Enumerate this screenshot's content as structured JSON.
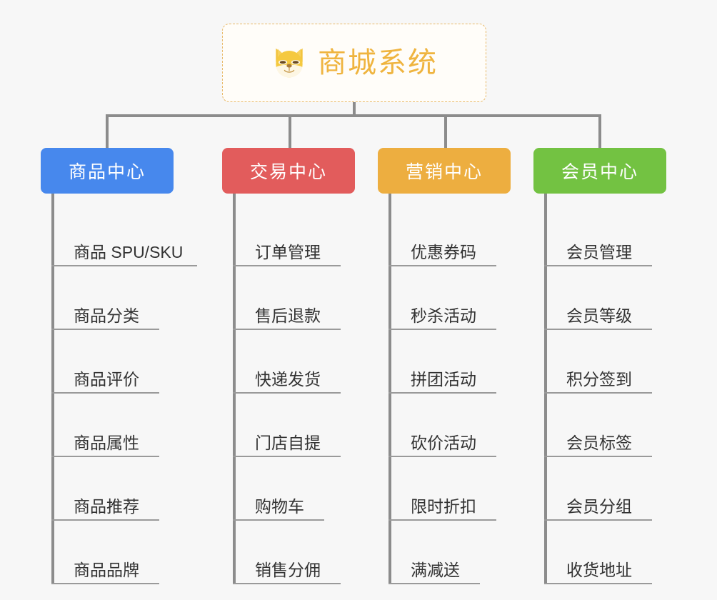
{
  "diagram": {
    "title": "商城系统",
    "root": {
      "label": "商城系统",
      "icon": "shiba-dog-face-icon",
      "border_color": "#e8b866",
      "text_color": "#efb43f"
    },
    "connector_color": "#8c8c8c",
    "background_color": "#f7f7f7",
    "branches": [
      {
        "label": "商品中心",
        "color": "#4788ed",
        "items": [
          "商品 SPU/SKU",
          "商品分类",
          "商品评价",
          "商品属性",
          "商品推荐",
          "商品品牌"
        ]
      },
      {
        "label": "交易中心",
        "color": "#e25c5c",
        "items": [
          "订单管理",
          "售后退款",
          "快递发货",
          "门店自提",
          "购物车",
          "销售分佣"
        ]
      },
      {
        "label": "营销中心",
        "color": "#edae40",
        "items": [
          "优惠券码",
          "秒杀活动",
          "拼团活动",
          "砍价活动",
          "限时折扣",
          "满减送"
        ]
      },
      {
        "label": "会员中心",
        "color": "#73c242",
        "items": [
          "会员管理",
          "会员等级",
          "积分签到",
          "会员标签",
          "会员分组",
          "收货地址"
        ]
      }
    ]
  }
}
